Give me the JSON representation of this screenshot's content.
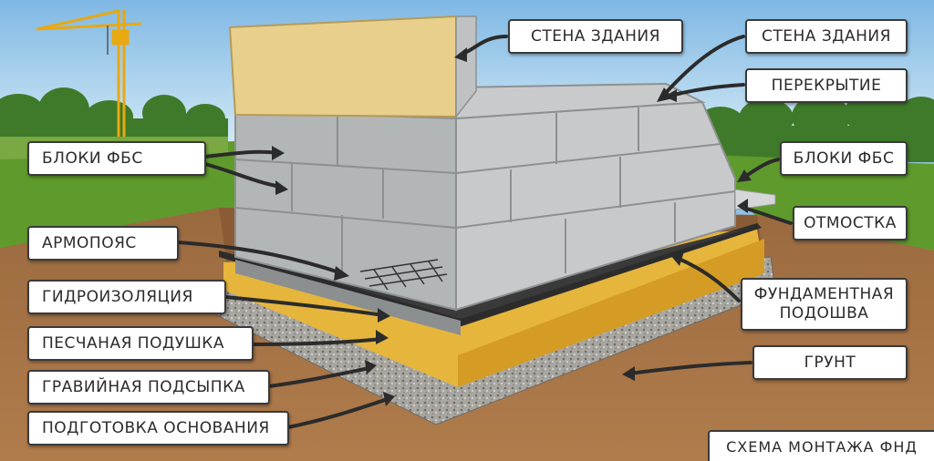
{
  "labels": {
    "wall_top": "СТЕНА ЗДАНИЯ",
    "wall_right": "СТЕНА ЗДАНИЯ",
    "slab": "ПЕРЕКРЫТИЕ",
    "blocks_left": "БЛОКИ ФБС",
    "blocks_right": "БЛОКИ ФБС",
    "blind_area": "ОТМОСТКА",
    "armopoyas": "АРМОПОЯС",
    "waterproofing": "ГИДРОИЗОЛЯЦИЯ",
    "foundation_sole": "ФУНДАМЕНТНАЯ\nПОДОШВА",
    "sand_cushion": "ПЕСЧАНАЯ ПОДУШКА",
    "gravel_bed": "ГРАВИЙНАЯ ПОДСЫПКА",
    "ground": "ГРУНТ",
    "base_prep": "ПОДГОТОВКА ОСНОВАНИЯ"
  },
  "caption": "СХЕМА МОНТАЖА ФНД",
  "colors": {
    "sky": "#8fc2e6",
    "grass": "#5f9a2c",
    "soil": "#a8764a",
    "concrete": "#b9bcbd",
    "sand": "#e6b53c",
    "membrane": "#2c2c2c",
    "gravel": "#a5a39d",
    "wall": "#e8cf8c",
    "crane": "#e8a812"
  }
}
